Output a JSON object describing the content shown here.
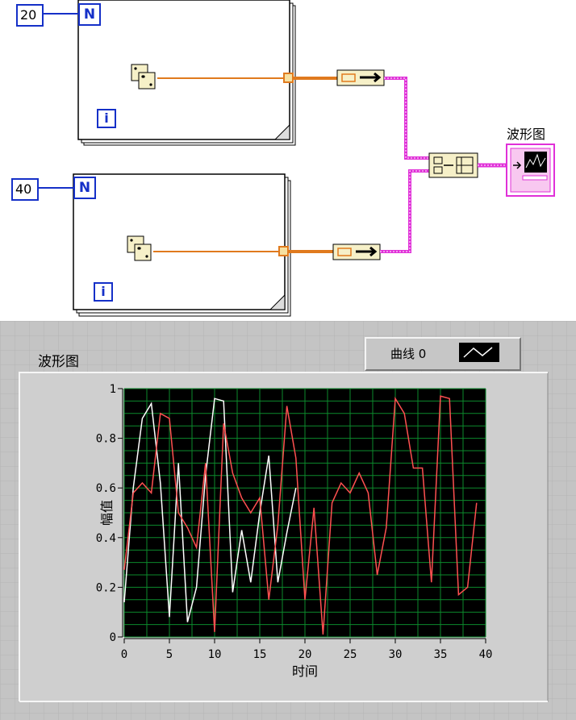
{
  "diagram": {
    "loop1": {
      "count": "20",
      "n_label": "N",
      "i_label": "i"
    },
    "loop2": {
      "count": "40",
      "n_label": "N",
      "i_label": "i"
    },
    "graph_terminal_label": "波形图"
  },
  "panel": {
    "title": "波形图",
    "legend": {
      "label": "曲线 0"
    }
  },
  "chart_data": {
    "type": "line",
    "xlabel": "时间",
    "ylabel": "幅值",
    "xlim": [
      0,
      40
    ],
    "ylim": [
      0,
      1
    ],
    "x_ticks": [
      "0",
      "5",
      "10",
      "15",
      "20",
      "25",
      "30",
      "35",
      "40"
    ],
    "y_ticks": [
      "0",
      "0.2",
      "0.4",
      "0.6",
      "0.8",
      "1"
    ],
    "grid": true,
    "background": "#000000",
    "grid_color": "#0c8a2c",
    "series": [
      {
        "color": "#ffffff",
        "x": [
          0,
          1,
          2,
          3,
          4,
          5,
          6,
          7,
          8,
          9,
          10,
          11,
          12,
          13,
          14,
          15,
          16,
          17,
          18,
          19
        ],
        "values": [
          0.14,
          0.6,
          0.88,
          0.94,
          0.62,
          0.08,
          0.7,
          0.06,
          0.2,
          0.65,
          0.96,
          0.95,
          0.18,
          0.43,
          0.22,
          0.5,
          0.73,
          0.22,
          0.42,
          0.6
        ]
      },
      {
        "color": "#ff5050",
        "x": [
          0,
          1,
          2,
          3,
          4,
          5,
          6,
          7,
          8,
          9,
          10,
          11,
          12,
          13,
          14,
          15,
          16,
          17,
          18,
          19,
          20,
          21,
          22,
          23,
          24,
          25,
          26,
          27,
          28,
          29,
          30,
          31,
          32,
          33,
          34,
          35,
          36,
          37,
          38,
          39
        ],
        "values": [
          0.27,
          0.58,
          0.62,
          0.58,
          0.9,
          0.88,
          0.5,
          0.44,
          0.36,
          0.7,
          0.02,
          0.86,
          0.66,
          0.56,
          0.5,
          0.56,
          0.15,
          0.45,
          0.93,
          0.72,
          0.15,
          0.52,
          0.01,
          0.54,
          0.62,
          0.58,
          0.66,
          0.58,
          0.25,
          0.44,
          0.96,
          0.9,
          0.68,
          0.68,
          0.22,
          0.97,
          0.96,
          0.17,
          0.2,
          0.54
        ]
      }
    ]
  }
}
